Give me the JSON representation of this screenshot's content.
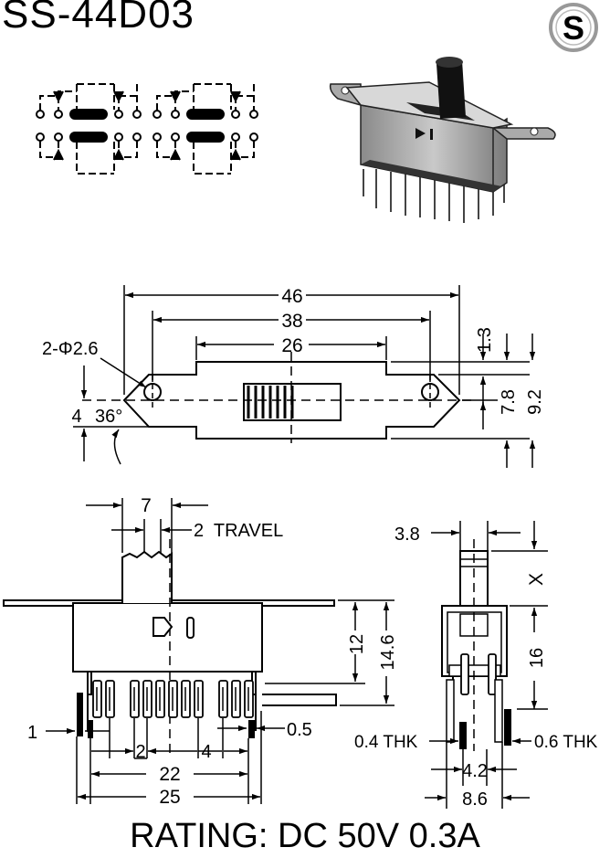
{
  "part_number": "SS-44D03",
  "logo": {
    "letter": "S",
    "name": "manufacturer-logo"
  },
  "rating": "RATING: DC 50V 0.3A",
  "top_view": {
    "dims": {
      "d46": "46",
      "d38": "38",
      "d26": "26",
      "holes": "2-Φ2.6",
      "h4": "4",
      "angle": "36°",
      "d1_3": "1.3",
      "d7_8": "7.8",
      "d9_2": "9.2"
    }
  },
  "front_view": {
    "dims": {
      "d7": "7",
      "travel": "2  TRAVEL",
      "d12": "12",
      "d14_6": "14.6",
      "d1": "1",
      "d0_5": "0.5",
      "d2": "2",
      "d4": "4",
      "d22": "22",
      "d25": "25"
    }
  },
  "side_view": {
    "dims": {
      "d3_8": "3.8",
      "x": "X",
      "d16": "16",
      "thk04": "0.4 THK",
      "thk06": "0.6 THK",
      "d4_2": "4.2",
      "d8_6": "8.6"
    }
  }
}
